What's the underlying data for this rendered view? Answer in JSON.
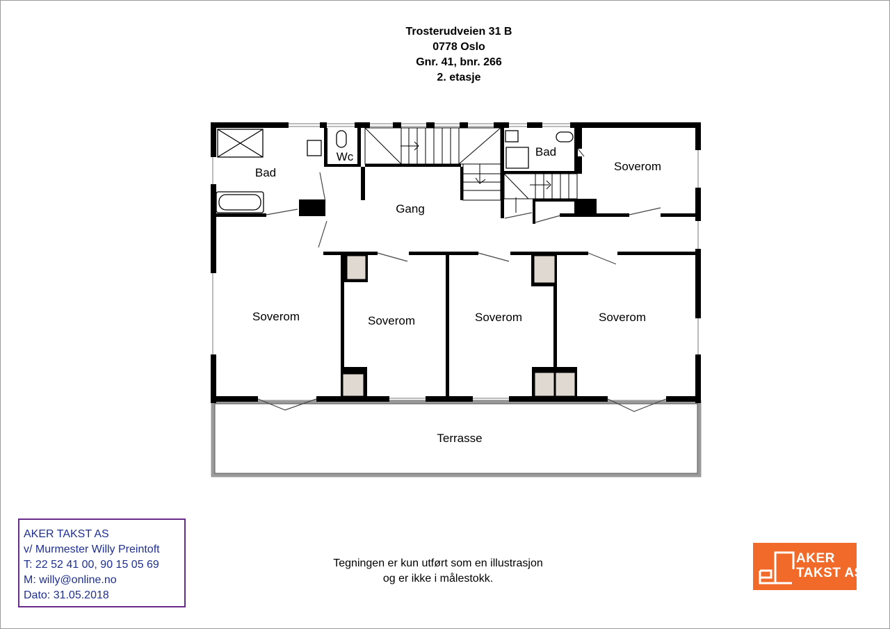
{
  "header": {
    "address": "Trosterudveien 31 B",
    "postal": "0778 Oslo",
    "cadastral": "Gnr. 41, bnr. 266",
    "floor": "2. etasje"
  },
  "rooms": {
    "bad_left": "Bad",
    "wc": "Wc",
    "bad_right": "Bad",
    "soverom_top_right": "Soverom",
    "gang": "Gang",
    "soverom_1": "Soverom",
    "soverom_2": "Soverom",
    "soverom_3": "Soverom",
    "soverom_4": "Soverom",
    "terrasse": "Terrasse"
  },
  "contact": {
    "company": "AKER TAKST AS",
    "person": "v/ Murmester Willy Preintoft",
    "phone": "T: 22 52 41 00, 90 15 05 69",
    "email": "M: willy@online.no",
    "date": "Dato: 31.05.2018"
  },
  "disclaimer": {
    "line1": "Tegningen er kun utført som en illustrasjon",
    "line2": "og er ikke i målestokk."
  },
  "logo": {
    "line1": "AKER",
    "line2": "TAKST AS"
  },
  "colors": {
    "wall": "#000000",
    "fixture_fill": "#e0d9d2",
    "terrace_rail": "#9a9a9a",
    "contact_border": "#6a2a8a",
    "contact_text": "#1f2f8f",
    "logo_bg": "#f26a2a"
  }
}
